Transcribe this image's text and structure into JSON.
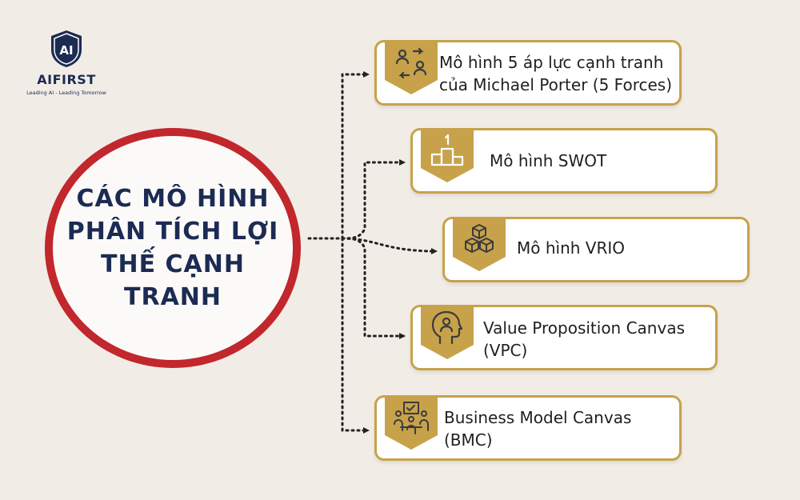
{
  "brand": {
    "logo_text": "AI",
    "name": "AIFIRST",
    "tagline": "Leading AI - Leading Tomorrow"
  },
  "center": {
    "title": "CÁC MÔ HÌNH PHÂN TÍCH LỢI THẾ CẠNH TRANH"
  },
  "models": [
    {
      "line1": "Mô hình 5 áp lực cạnh tranh",
      "line2": "của Michael Porter (5 Forces)",
      "icon": "people-exchange-icon"
    },
    {
      "line1": "Mô hình SWOT",
      "line2": "",
      "icon": "podium-icon"
    },
    {
      "line1": "Mô hình VRIO",
      "line2": "",
      "icon": "cubes-icon"
    },
    {
      "line1": "Value Proposition Canvas",
      "line2": "(VPC)",
      "icon": "head-person-icon"
    },
    {
      "line1": "Business Model Canvas",
      "line2": "(BMC)",
      "icon": "team-board-icon"
    }
  ],
  "colors": {
    "background": "#f1ece6",
    "accent_gold": "#c7a24b",
    "circle_border": "#c1272d",
    "title_navy": "#1c2b53"
  }
}
